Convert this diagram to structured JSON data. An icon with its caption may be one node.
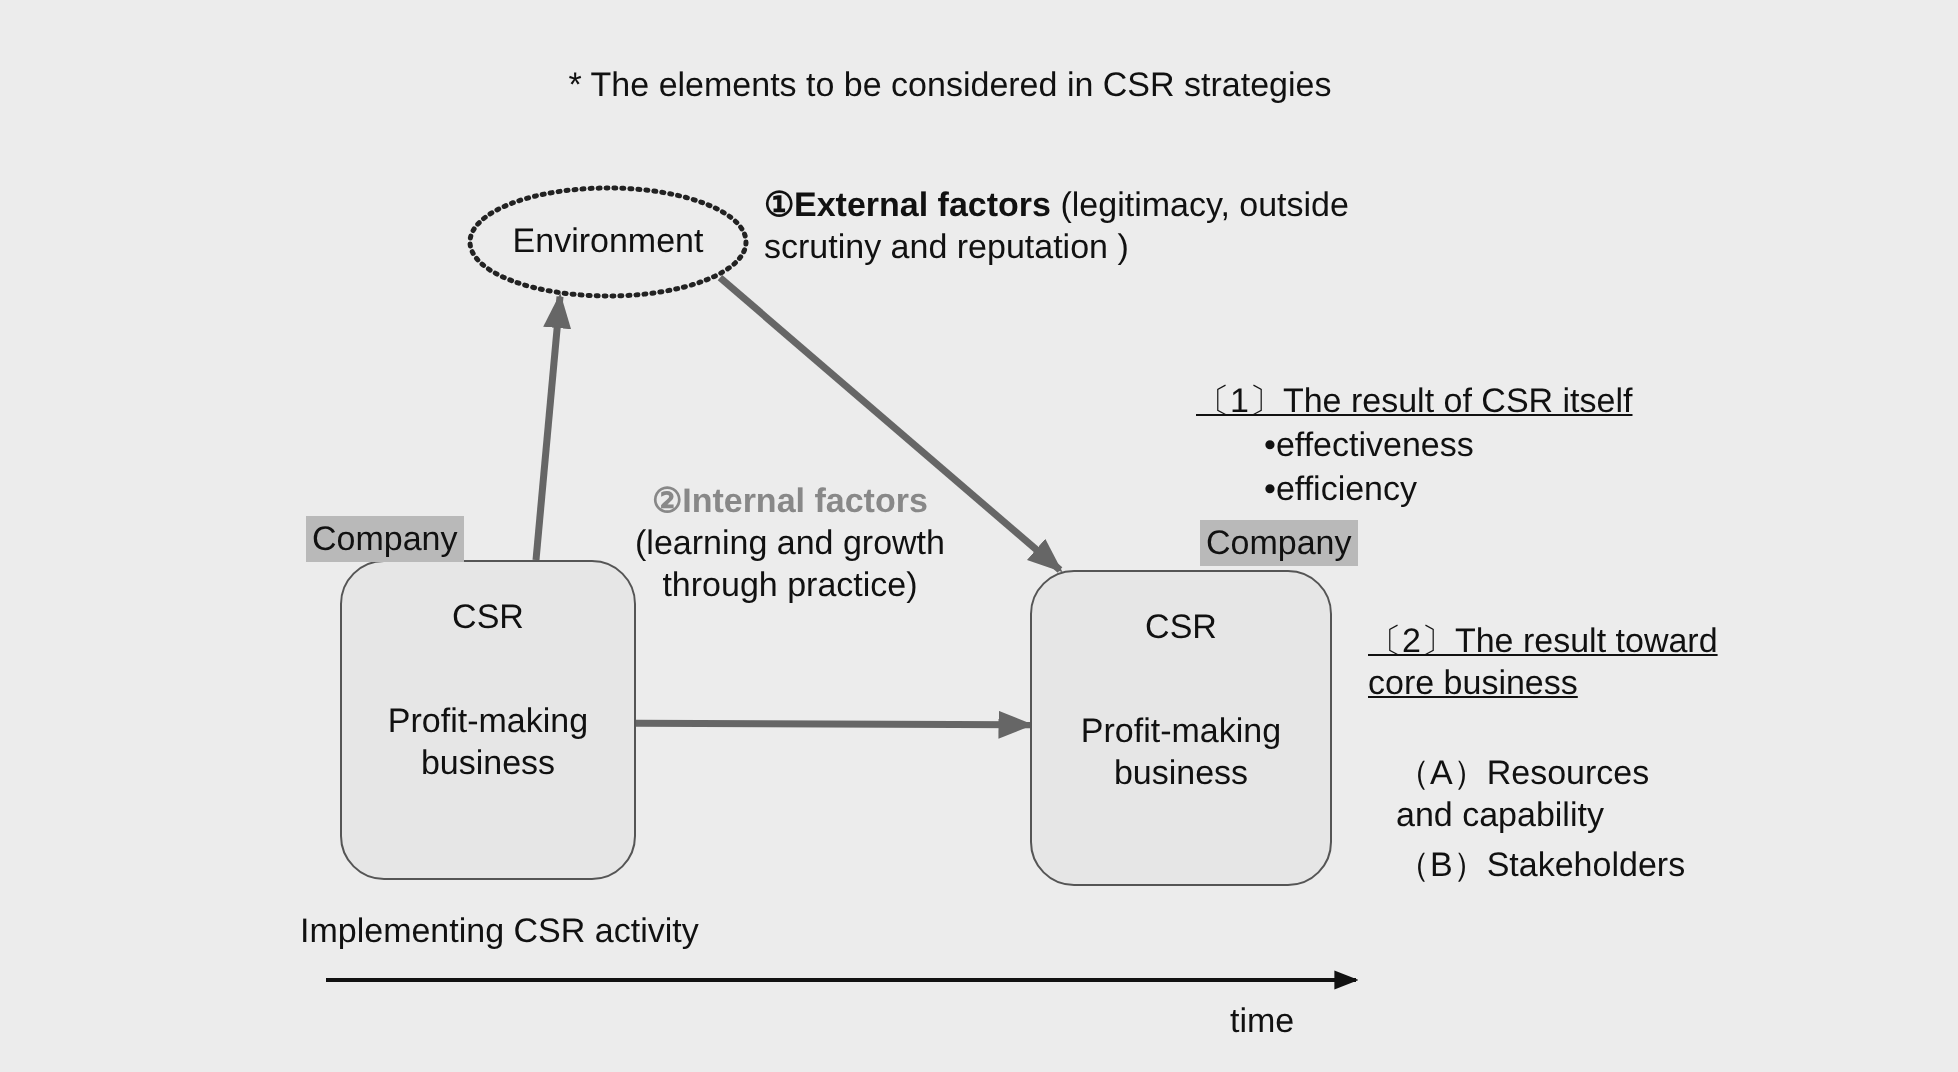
{
  "diagram": {
    "title": "* The elements to be considered in CSR strategies",
    "nodes": [
      {
        "text": [
          "Environment"
        ],
        "beside": [
          "**①External factors** (legitimacy, outside scrutiny and reputation )"
        ]
      },
      {
        "text": [
          "Company",
          "CSR",
          "Profit-making business"
        ]
      },
      {
        "text": [
          "Company",
          "CSR",
          "Profit-making business"
        ]
      }
    ],
    "edges": [
      {
        "from": 1,
        "to": 0,
        "arrow": "to"
      },
      {
        "from": 0,
        "to": 2,
        "arrow": "to"
      },
      {
        "from": 1,
        "to": 2,
        "arrow": "to"
      }
    ],
    "labels": [
      "②Internal factors",
      "(learning and growth through practice)",
      "〔1〕The result of CSR itself",
      "•effectiveness",
      "•efficiency",
      "〔2〕The result toward core business",
      "（A）Resources and capability",
      "（B）Stakeholders",
      "Implementing CSR activity",
      "time"
    ]
  }
}
